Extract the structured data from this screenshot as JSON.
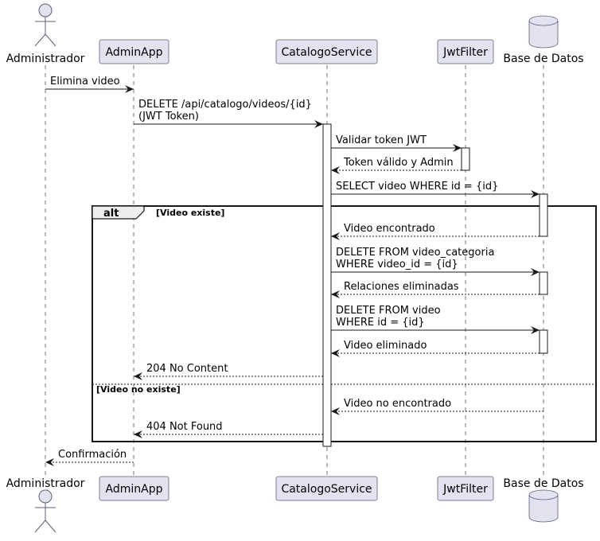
{
  "diagram": {
    "type": "sequence",
    "colors": {
      "participant_fill": "#E2E2F0",
      "participant_border": "#5F5F7A",
      "line": "#181818",
      "frame_header_fill": "#EEEEEE"
    },
    "participants": [
      {
        "id": "admin",
        "name": "Administrador",
        "kind": "actor"
      },
      {
        "id": "app",
        "name": "AdminApp",
        "kind": "participant"
      },
      {
        "id": "svc",
        "name": "CatalogoService",
        "kind": "participant"
      },
      {
        "id": "jwt",
        "name": "JwtFilter",
        "kind": "participant"
      },
      {
        "id": "db",
        "name": "Base de Datos",
        "kind": "database"
      }
    ],
    "messages": [
      {
        "from": "admin",
        "to": "app",
        "lines": [
          "Elimina video"
        ],
        "style": "sync"
      },
      {
        "from": "app",
        "to": "svc",
        "lines": [
          "DELETE /api/catalogo/videos/{id}",
          "(JWT Token)"
        ],
        "style": "sync"
      },
      {
        "from": "svc",
        "to": "jwt",
        "lines": [
          "Validar token JWT"
        ],
        "style": "sync"
      },
      {
        "from": "jwt",
        "to": "svc",
        "lines": [
          "Token válido y Admin"
        ],
        "style": "return"
      },
      {
        "from": "svc",
        "to": "db",
        "lines": [
          "SELECT video WHERE id = {id}"
        ],
        "style": "sync"
      },
      {
        "from": "db",
        "to": "svc",
        "lines": [
          "Video encontrado"
        ],
        "style": "return"
      },
      {
        "from": "svc",
        "to": "db",
        "lines": [
          "DELETE FROM video_categoria",
          "WHERE video_id = {id}"
        ],
        "style": "sync"
      },
      {
        "from": "db",
        "to": "svc",
        "lines": [
          "Relaciones eliminadas"
        ],
        "style": "return"
      },
      {
        "from": "svc",
        "to": "db",
        "lines": [
          "DELETE FROM video",
          "WHERE id = {id}"
        ],
        "style": "sync"
      },
      {
        "from": "db",
        "to": "svc",
        "lines": [
          "Video eliminado"
        ],
        "style": "return"
      },
      {
        "from": "svc",
        "to": "app",
        "lines": [
          "204 No Content"
        ],
        "style": "return"
      },
      {
        "from": "db",
        "to": "svc",
        "lines": [
          "Video no encontrado"
        ],
        "style": "return"
      },
      {
        "from": "svc",
        "to": "app",
        "lines": [
          "404 Not Found"
        ],
        "style": "return"
      },
      {
        "from": "app",
        "to": "admin",
        "lines": [
          "Confirmación"
        ],
        "style": "return"
      }
    ],
    "fragment": {
      "keyword": "alt",
      "conditions": [
        "[Video existe]",
        "[Video no existe]"
      ]
    }
  }
}
